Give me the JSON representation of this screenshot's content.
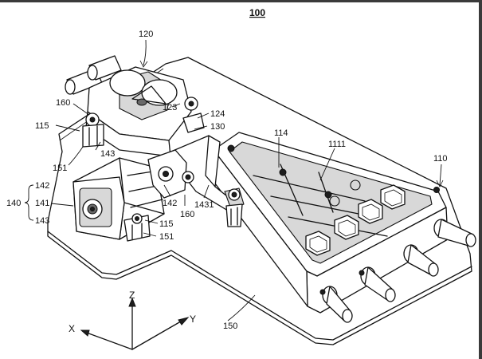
{
  "figure": {
    "number": "100",
    "labels": {
      "l120": "120",
      "l160a": "160",
      "l123": "123",
      "l124": "124",
      "l130": "130",
      "l115a": "115",
      "l143a": "143",
      "l151a": "151",
      "l114": "114",
      "l1111": "1111",
      "l110": "110",
      "l142a": "142",
      "l142b": "142",
      "l140": "140",
      "l141": "141",
      "l143b": "143",
      "l115b": "115",
      "l151b": "151",
      "l160b": "160",
      "l1431": "1431",
      "l150": "150"
    },
    "axes": {
      "z": "Z",
      "x": "X",
      "y": "Y"
    }
  }
}
